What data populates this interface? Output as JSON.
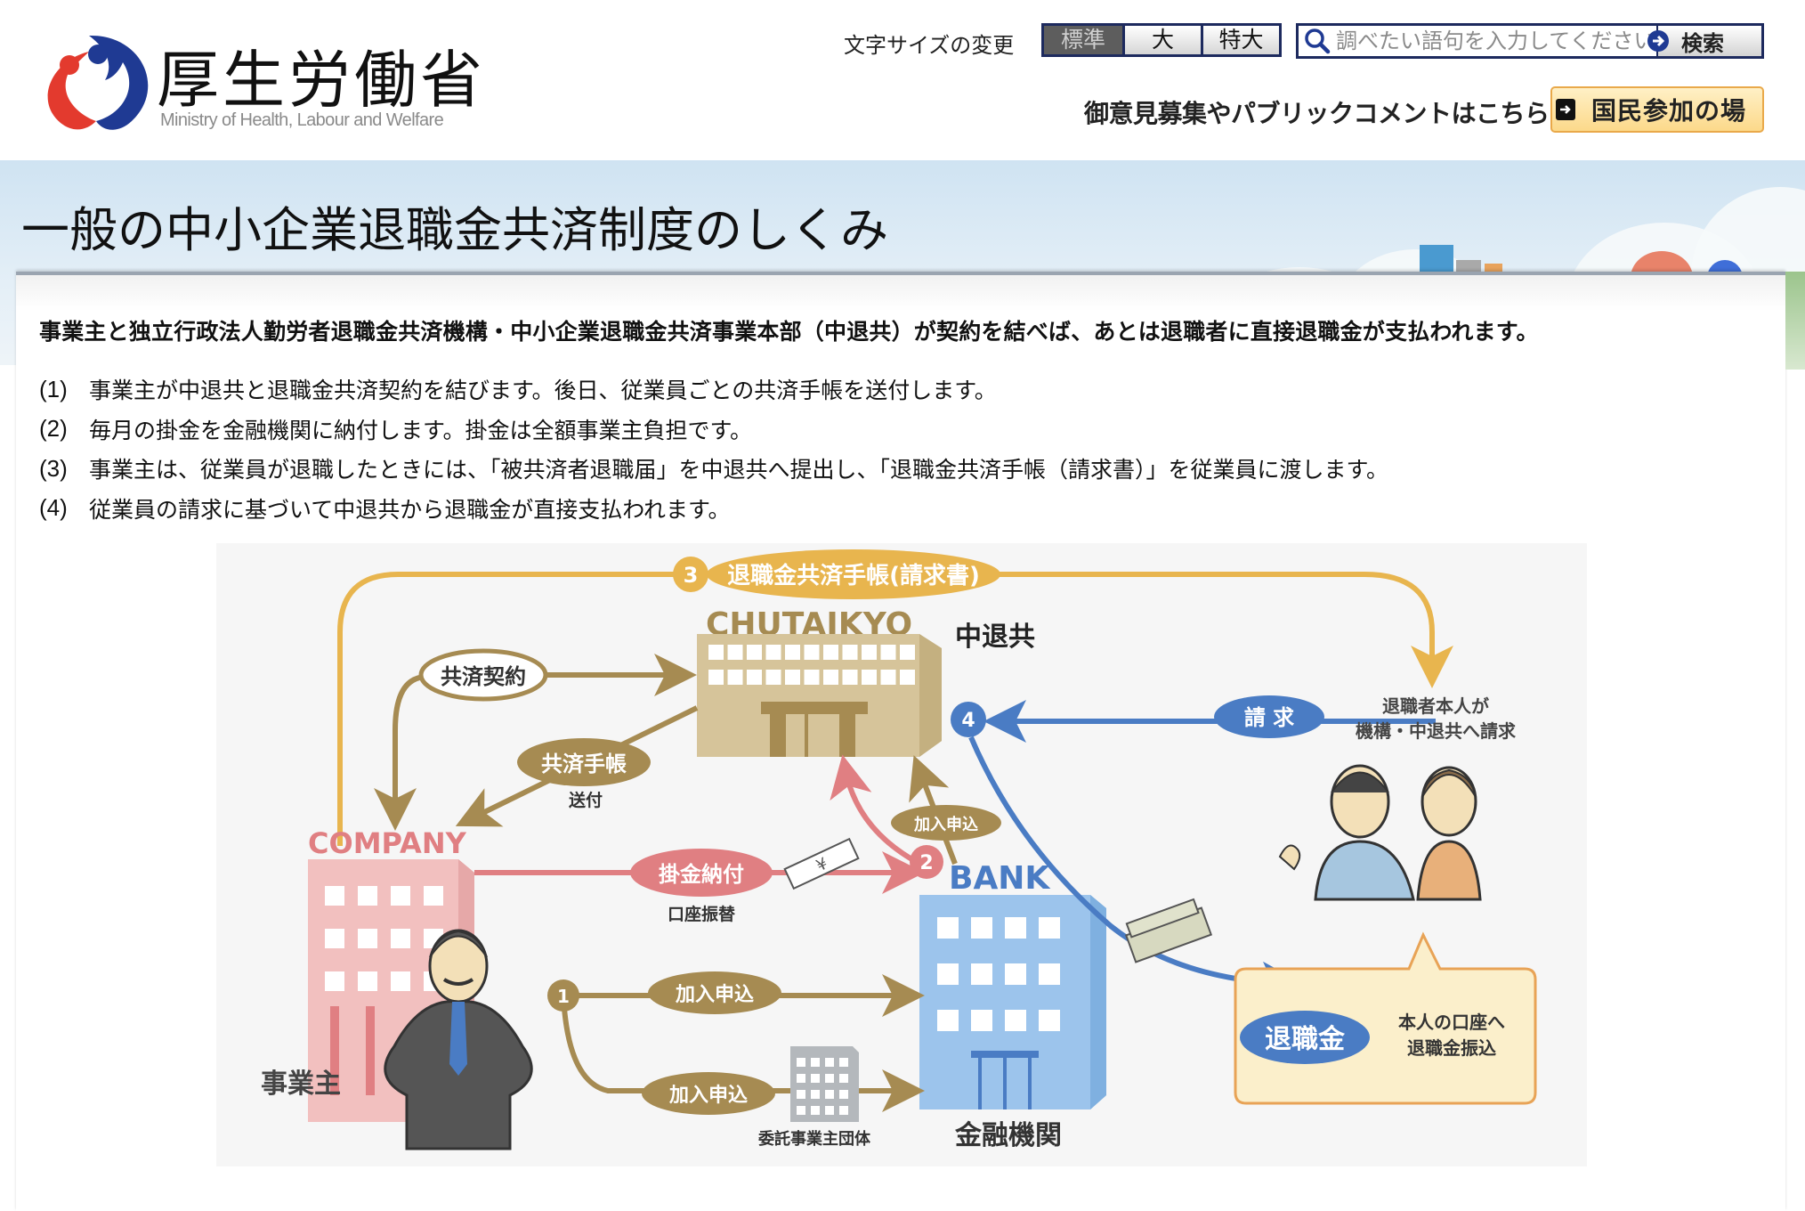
{
  "header": {
    "logo_title": "厚生労働省",
    "logo_subtitle": "Ministry of Health, Labour and Welfare",
    "font_size_label": "文字サイズの変更",
    "font_size_options": [
      {
        "label": "標準",
        "active": true
      },
      {
        "label": "大",
        "active": false
      },
      {
        "label": "特大",
        "active": false
      }
    ],
    "search": {
      "placeholder": "調べたい語句を入力してください",
      "value": "",
      "button_label": "検索"
    },
    "opinion_text": "御意見募集やパブリックコメントはこちら",
    "kokumin_button": "国民参加の場"
  },
  "page": {
    "title": "一般の中小企業退職金共済制度のしくみ",
    "lead": "事業主と独立行政法人勤労者退職金共済機構・中小企業退職金共済事業本部（中退共）が契約を結べば、あとは退職者に直接退職金が支払われます。",
    "steps": [
      {
        "num": "(1)",
        "text": "事業主が中退共と退職金共済契約を結びます。後日、従業員ごとの共済手帳を送付します。"
      },
      {
        "num": "(2)",
        "text": "毎月の掛金を金融機関に納付します。掛金は全額事業主負担です。"
      },
      {
        "num": "(3)",
        "text": "事業主は、従業員が退職したときには、「被共済者退職届」を中退共へ提出し、「退職金共済手帳（請求書）」を従業員に渡します。"
      },
      {
        "num": "(4)",
        "text": "従業員の請求に基づいて中退共から退職金が直接支払われます。"
      }
    ]
  },
  "diagram": {
    "step3_badge": "3",
    "step3_label": "退職金共済手帳(請求書)",
    "chutaikyo_en": "CHUTAIKYO",
    "chutaikyo_jp": "中退共",
    "contract_label": "共済契約",
    "handbook_label": "共済手帳",
    "send_label": "送付",
    "company_en": "COMPANY",
    "employer_label": "事業主",
    "payment_label": "掛金納付",
    "transfer_label": "口座振替",
    "step2_badge": "2",
    "bank_en": "BANK",
    "bank_jp": "金融機関",
    "bank_join_label": "加入申込",
    "step1_badge": "1",
    "join_label_top": "加入申込",
    "join_label_bottom": "加入申込",
    "entrusted_org": "委託事業主団体",
    "step4_badge": "4",
    "claim_label": "請 求",
    "retiree_line1": "退職者本人が",
    "retiree_line2": "機構・中退共へ請求",
    "retirement_pay_label": "退職金",
    "bubble_line1": "本人の口座へ",
    "bubble_line2": "退職金振込",
    "yen_symbol": "¥",
    "colors": {
      "gold": "#e8b54e",
      "brown": "#a68b52",
      "pink": "#e07f82",
      "blue": "#4a7cc4",
      "building_tan": "#d6c49a",
      "bank_blue": "#9cc4ec",
      "company_pink": "#f2c0bf"
    }
  }
}
